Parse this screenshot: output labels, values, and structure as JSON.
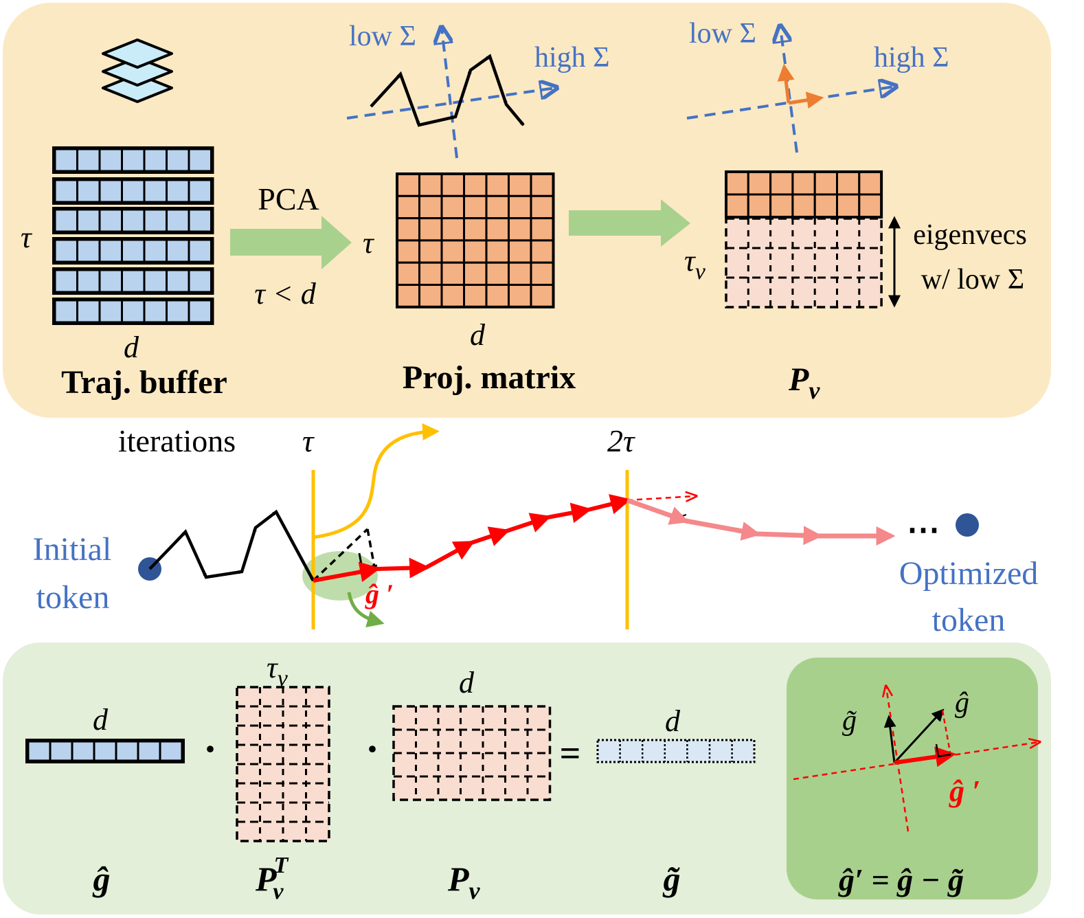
{
  "top_panel": {
    "buffer": {
      "tau": "τ",
      "d": "d",
      "caption": "Traj. buffer"
    },
    "pca": {
      "label": "PCA",
      "condition": "τ < d"
    },
    "proj": {
      "tau": "τ",
      "d": "d",
      "caption": "Proj. matrix",
      "axis_low": "low Σ",
      "axis_high": "high Σ"
    },
    "pnu": {
      "tau_nu": "τ",
      "nu_sub": "ν",
      "caption_p": "P",
      "caption_sub": "ν",
      "axis_low": "low Σ",
      "axis_high": "high Σ",
      "note_line1": "eigenvecs",
      "note_line2": "w/ low Σ"
    }
  },
  "middle": {
    "iterations": "iterations",
    "tau": "τ",
    "two_tau": "2τ",
    "initial_line1": "Initial",
    "initial_line2": "token",
    "optimized_line1": "Optimized",
    "optimized_line2": "token",
    "g_hat_prime": "ĝ ′",
    "ellipsis": "⋯"
  },
  "bottom_panel": {
    "d1": "d",
    "tau_nu": "τ",
    "nu_sub": "ν",
    "d2": "d",
    "d3": "d",
    "dot": "·",
    "equals": "=",
    "label_g_hat": "ĝ",
    "label_pt": "P",
    "label_pt_sup": "T",
    "label_pt_sub": "ν",
    "label_pnu": "P",
    "label_pnu_sub": "ν",
    "label_g_tilde": "g̃",
    "inset": {
      "g_tilde": "g̃",
      "g_hat": "ĝ",
      "g_hat_prime": "ĝ ′",
      "formula": "ĝ′ = ĝ − g̃"
    }
  },
  "colors": {
    "top_bg": "#fbe9c3",
    "bottom_bg": "#e3efd9",
    "inset_bg": "#a8d08d",
    "cell_blue": "#b9d3ee",
    "cell_orange": "#f4b183",
    "cell_pink": "#f9ddd0",
    "arrow_green": "#a9d18e",
    "axis_blue": "#4472c4",
    "text_blue": "#4472c4",
    "yellow": "#ffc000",
    "red": "#ff0000",
    "light_red": "#f4888a"
  }
}
